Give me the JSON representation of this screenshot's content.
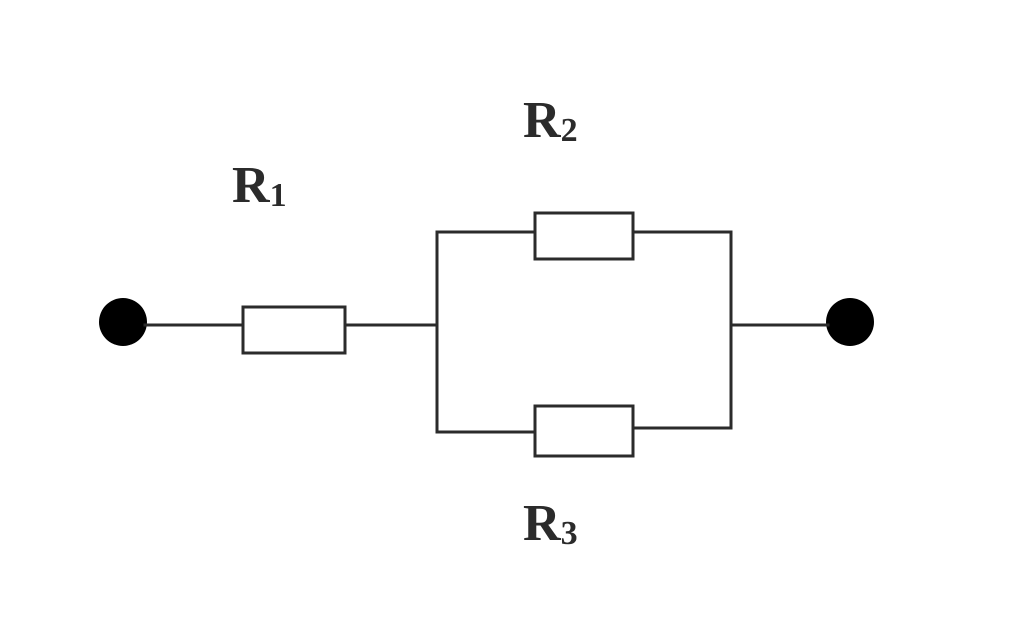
{
  "circuit": {
    "components": [
      {
        "id": "R1",
        "letter": "R",
        "subscript": "1",
        "type": "resistor",
        "connection": "series"
      },
      {
        "id": "R2",
        "letter": "R",
        "subscript": "2",
        "type": "resistor",
        "connection": "parallel-top"
      },
      {
        "id": "R3",
        "letter": "R",
        "subscript": "3",
        "type": "resistor",
        "connection": "parallel-bottom"
      }
    ],
    "terminals": [
      "left",
      "right"
    ],
    "colors": {
      "wire": "#2b2b2b",
      "terminal": "#000000",
      "background": "#ffffff"
    }
  }
}
